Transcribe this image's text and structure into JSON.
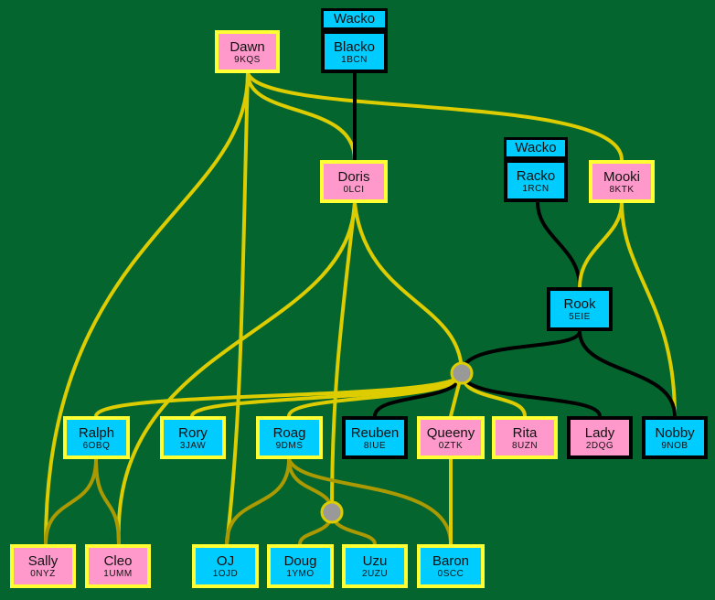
{
  "colors": {
    "background": "#05652f",
    "female": "#ff99cc",
    "male": "#00ccff",
    "yellow_border": "#ffff33",
    "black_border": "#000000",
    "yellow_line": "#ddcc00",
    "olive_line": "#aa9900",
    "black_line": "#000000",
    "junction": "#999999"
  },
  "tags": {
    "blacko": "Wacko",
    "racko": "Wacko"
  },
  "nodes": {
    "dawn": {
      "name": "Dawn",
      "code": "9KQS"
    },
    "blacko": {
      "name": "Blacko",
      "code": "1BCN"
    },
    "doris": {
      "name": "Doris",
      "code": "0LCI"
    },
    "racko": {
      "name": "Racko",
      "code": "1RCN"
    },
    "mooki": {
      "name": "Mooki",
      "code": "8KTK"
    },
    "rook": {
      "name": "Rook",
      "code": "5EIE"
    },
    "ralph": {
      "name": "Ralph",
      "code": "6OBQ"
    },
    "rory": {
      "name": "Rory",
      "code": "3JAW"
    },
    "roag": {
      "name": "Roag",
      "code": "9DMS"
    },
    "reuben": {
      "name": "Reuben",
      "code": "8IUE"
    },
    "queeny": {
      "name": "Queeny",
      "code": "0ZTK"
    },
    "rita": {
      "name": "Rita",
      "code": "8UZN"
    },
    "lady": {
      "name": "Lady",
      "code": "2DQG"
    },
    "nobby": {
      "name": "Nobby",
      "code": "9NOB"
    },
    "sally": {
      "name": "Sally",
      "code": "0NYZ"
    },
    "cleo": {
      "name": "Cleo",
      "code": "1UMM"
    },
    "oj": {
      "name": "OJ",
      "code": "1OJD"
    },
    "doug": {
      "name": "Doug",
      "code": "1YMO"
    },
    "uzu": {
      "name": "Uzu",
      "code": "2UZU"
    },
    "baron": {
      "name": "Baron",
      "code": "0SCC"
    }
  }
}
